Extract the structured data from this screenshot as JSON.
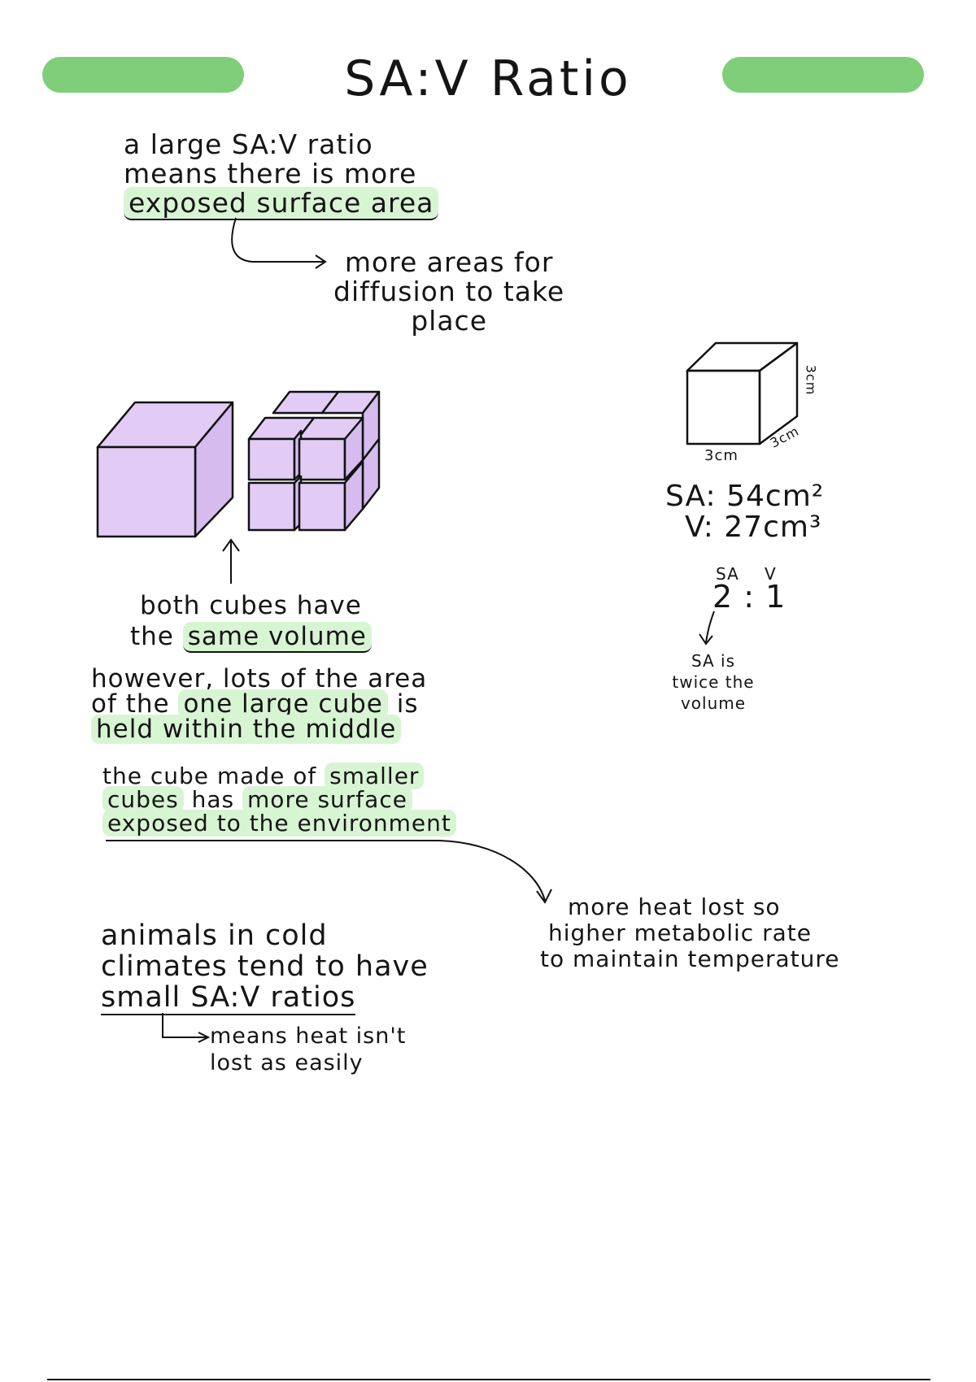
{
  "title": "SA:V Ratio",
  "colors": {
    "accent": "#7fcf7a",
    "highlight": "#d8f5d3",
    "cube_fill": "#e2ccf5",
    "ink": "#111111"
  },
  "intro": {
    "lines": [
      "a large SA:V ratio",
      "means there is more",
      "exposed surface area"
    ],
    "arrow_note": [
      "more areas for",
      "diffusion to take",
      "place"
    ]
  },
  "cubes_note": {
    "line1": "both cubes have",
    "line2_prefix": "the ",
    "line2_highlight": "same volume"
  },
  "however": {
    "line1": "however, lots of the area",
    "line2_prefix": "of the ",
    "line2_highlight": "one large cube",
    "line2_suffix": " is",
    "line3": "held within the middle"
  },
  "smaller": {
    "line1_prefix": "the cube made of ",
    "line1_highlight": "smaller",
    "line2_highlight_a": "cubes",
    "line2_mid": " has ",
    "line2_highlight_b": "more surface",
    "line3": "exposed to the environment"
  },
  "heat_note": [
    "more heat lost so",
    "higher metabolic rate",
    "to maintain temperature"
  ],
  "cold": {
    "lines": [
      "animals in cold",
      "climates tend to have",
      "small SA:V ratios"
    ],
    "arrow_note": [
      "means heat isn't",
      "lost as easily"
    ]
  },
  "example_cube": {
    "dim_front": "3cm",
    "dim_side": "3cm",
    "dim_height": "3cm",
    "sa": "SA: 54cm²",
    "v": "V: 27cm³",
    "ratio_header_sa": "SA",
    "ratio_header_v": "V",
    "ratio": "2 : 1",
    "ratio_note": [
      "SA is",
      "twice the",
      "volume"
    ]
  }
}
